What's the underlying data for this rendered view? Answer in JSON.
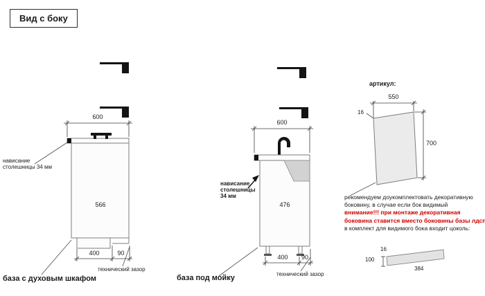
{
  "title": "Вид с боку",
  "colors": {
    "warning_text": "#cc0000",
    "line": "#7d7d7d"
  },
  "left": {
    "caption": "база с духовым шкафом",
    "dim_top": "600",
    "dim_height": "566",
    "dim_front": "400",
    "dim_gap": "90",
    "overhang_l1": "нависание",
    "overhang_l2": "столешницы 34 мм",
    "gap_label": "технический зазор"
  },
  "middle": {
    "caption": "база под мойку",
    "dim_top": "600",
    "dim_height": "476",
    "dim_front": "400",
    "dim_gap": "90",
    "overhang_l1": "нависание",
    "overhang_l2": "столешницы",
    "overhang_l3": "34 мм",
    "gap_label": "технический зазор"
  },
  "panel": {
    "articul": "артикул:",
    "dim_width": "550",
    "dim_thickness": "16",
    "dim_height": "700",
    "note_1": "рекомендуем доукомплектовать декоративную боковину, в случае если бок видимый",
    "note_warning": "внимание!!! при монтаже декоративная боковина ставится вместо боковины базы лдсп",
    "note_2": "в комплект для видимого бока входит цоколь:",
    "plinth_thickness": "16",
    "plinth_height": "100",
    "plinth_length": "384"
  }
}
